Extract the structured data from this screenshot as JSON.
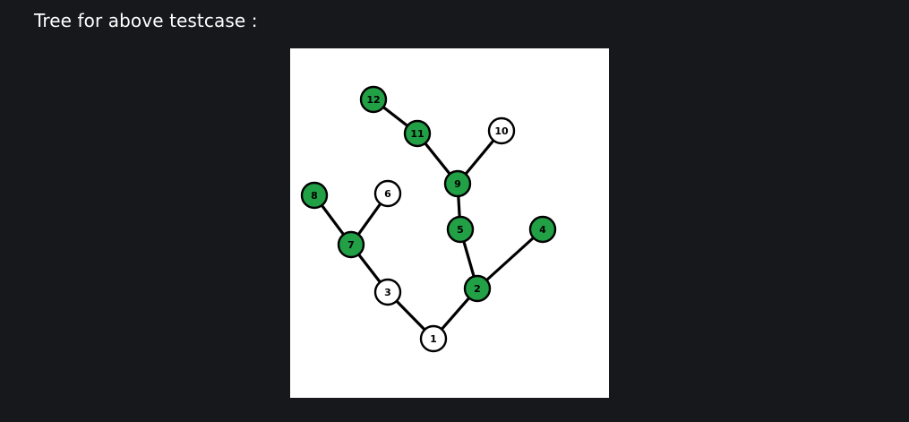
{
  "heading": "Tree for above testcase :",
  "tree": {
    "colors": {
      "highlighted": "#22a046",
      "plain": "#ffffff",
      "stroke": "#000000",
      "background": "#ffffff"
    },
    "nodes": [
      {
        "id": "1",
        "label": "1",
        "highlighted": false
      },
      {
        "id": "2",
        "label": "2",
        "highlighted": true
      },
      {
        "id": "3",
        "label": "3",
        "highlighted": false
      },
      {
        "id": "4",
        "label": "4",
        "highlighted": true
      },
      {
        "id": "5",
        "label": "5",
        "highlighted": true
      },
      {
        "id": "6",
        "label": "6",
        "highlighted": false
      },
      {
        "id": "7",
        "label": "7",
        "highlighted": true
      },
      {
        "id": "8",
        "label": "8",
        "highlighted": true
      },
      {
        "id": "9",
        "label": "9",
        "highlighted": true
      },
      {
        "id": "10",
        "label": "10",
        "highlighted": false
      },
      {
        "id": "11",
        "label": "11",
        "highlighted": true
      },
      {
        "id": "12",
        "label": "12",
        "highlighted": true
      }
    ],
    "edges": [
      [
        "1",
        "3"
      ],
      [
        "1",
        "2"
      ],
      [
        "3",
        "7"
      ],
      [
        "7",
        "8"
      ],
      [
        "7",
        "6"
      ],
      [
        "2",
        "5"
      ],
      [
        "2",
        "4"
      ],
      [
        "5",
        "9"
      ],
      [
        "9",
        "11"
      ],
      [
        "9",
        "10"
      ],
      [
        "11",
        "12"
      ]
    ]
  }
}
